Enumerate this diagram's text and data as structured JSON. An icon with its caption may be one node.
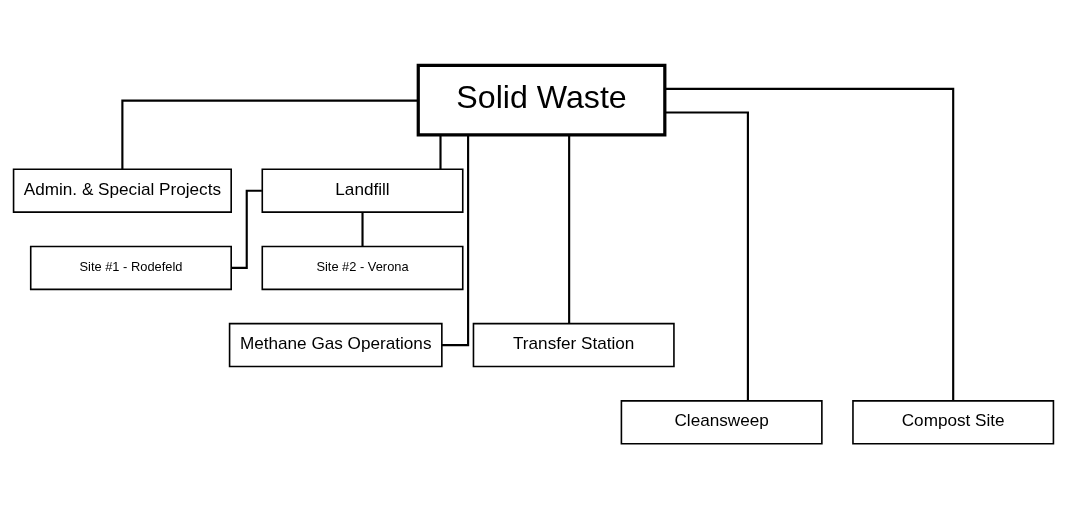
{
  "diagram": {
    "nodes": [
      {
        "text": [
          "Solid Waste"
        ]
      },
      {
        "text": [
          "Admin. & Special Projects"
        ]
      },
      {
        "text": [
          "Landfill"
        ]
      },
      {
        "text": [
          "Site #1 - Rodefeld"
        ]
      },
      {
        "text": [
          "Site #2 - Verona"
        ]
      },
      {
        "text": [
          "Methane Gas Operations"
        ]
      },
      {
        "text": [
          "Transfer Station"
        ]
      },
      {
        "text": [
          "Cleansweep"
        ]
      },
      {
        "text": [
          "Compost Site"
        ]
      }
    ],
    "edges": [
      {
        "from": 0,
        "to": 1,
        "arrow": "none"
      },
      {
        "from": 0,
        "to": 2,
        "arrow": "none"
      },
      {
        "from": 2,
        "to": 3,
        "arrow": "none"
      },
      {
        "from": 2,
        "to": 4,
        "arrow": "none"
      },
      {
        "from": 0,
        "to": 5,
        "arrow": "none"
      },
      {
        "from": 0,
        "to": 6,
        "arrow": "none"
      },
      {
        "from": 0,
        "to": 7,
        "arrow": "none"
      },
      {
        "from": 0,
        "to": 8,
        "arrow": "none"
      }
    ]
  }
}
